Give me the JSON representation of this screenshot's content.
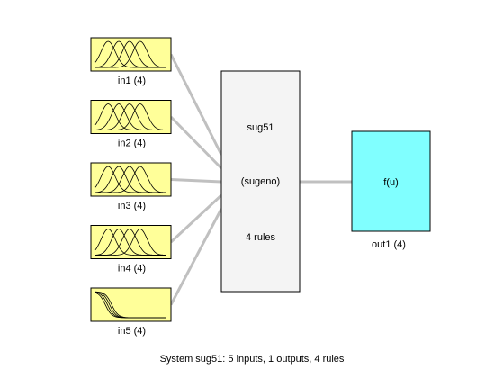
{
  "colors": {
    "input_fill": "#ffff99",
    "output_fill": "#80ffff",
    "system_fill": "#f4f4f4",
    "connector": "#c0c0c0",
    "border": "#000000"
  },
  "inputs": [
    {
      "label": "in1 (4)",
      "mf_type": "gaussian",
      "mf_count": 4
    },
    {
      "label": "in2 (4)",
      "mf_type": "gaussian",
      "mf_count": 4
    },
    {
      "label": "in3 (4)",
      "mf_type": "gaussian",
      "mf_count": 4
    },
    {
      "label": "in4 (4)",
      "mf_type": "gaussian",
      "mf_count": 4
    },
    {
      "label": "in5 (4)",
      "mf_type": "sigmoid-decreasing",
      "mf_count": 4
    }
  ],
  "system": {
    "name": "sug51",
    "type": "(sugeno)",
    "rules": "4 rules"
  },
  "output": {
    "function": "f(u)",
    "label": "out1 (4)"
  },
  "footer": "System sug51: 5 inputs, 1 outputs, 4 rules"
}
